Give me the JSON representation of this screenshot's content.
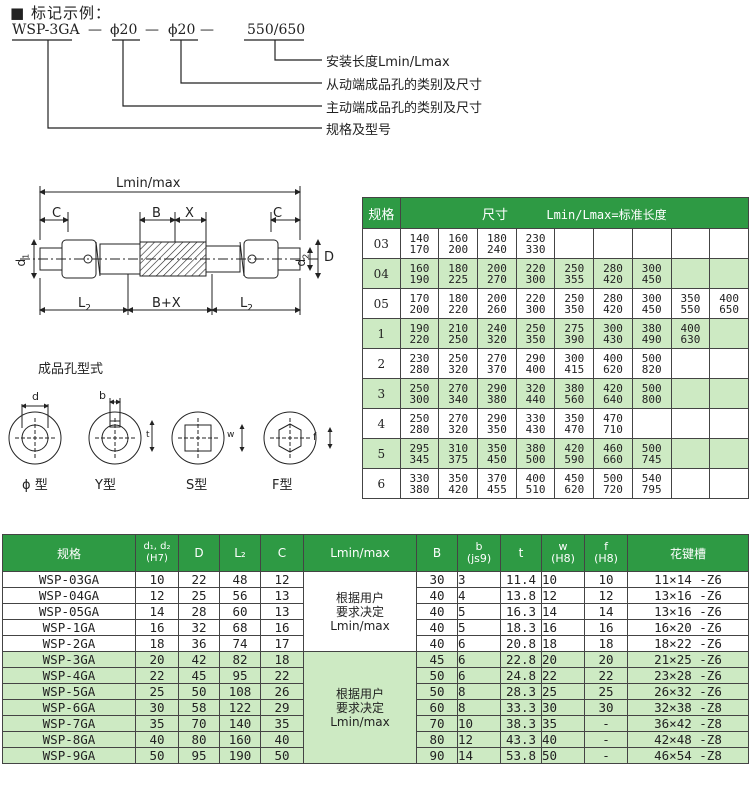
{
  "mark_example": {
    "title": "■ 标记示例：",
    "code": "WSP-3GA",
    "seg1": "ϕ20",
    "seg2": "ϕ20",
    "seg3": "550/650",
    "dash": "—",
    "legend": [
      "安装长度Lmin/Lmax",
      "从动端成品孔的类别及尺寸",
      "主动端成品孔的类别及尺寸",
      "规格及型号"
    ]
  },
  "drawing": {
    "lminmax": "Lmin/max",
    "c": "C",
    "b": "B",
    "x": "X",
    "l2": "L",
    "l2_sub": "2",
    "bx": "B+X",
    "d1": "d",
    "d1_sub": "1",
    "d2": "d",
    "d2_sub": "2",
    "D": "D"
  },
  "bore_types": {
    "title": "成品孔型式",
    "d": "d",
    "b": "b",
    "t": "t",
    "w": "w",
    "f": "f",
    "labels": [
      "ϕ 型",
      "Y型",
      "S型",
      "F型"
    ]
  },
  "size_table": {
    "header_spec": "规格",
    "header_size": "尺寸",
    "header_note": "Lmin/Lmax=标准长度",
    "rows": [
      {
        "spec": "03",
        "cells": [
          [
            "140",
            "170"
          ],
          [
            "160",
            "200"
          ],
          [
            "180",
            "240"
          ],
          [
            "230",
            "330"
          ],
          [],
          [],
          [],
          [],
          []
        ]
      },
      {
        "spec": "04",
        "cells": [
          [
            "160",
            "190"
          ],
          [
            "180",
            "225"
          ],
          [
            "200",
            "270"
          ],
          [
            "220",
            "300"
          ],
          [
            "250",
            "355"
          ],
          [
            "280",
            "420"
          ],
          [
            "300",
            "450"
          ],
          [],
          []
        ]
      },
      {
        "spec": "05",
        "cells": [
          [
            "170",
            "200"
          ],
          [
            "180",
            "220"
          ],
          [
            "200",
            "260"
          ],
          [
            "220",
            "300"
          ],
          [
            "250",
            "350"
          ],
          [
            "280",
            "420"
          ],
          [
            "300",
            "450"
          ],
          [
            "350",
            "550"
          ],
          [
            "400",
            "650"
          ]
        ]
      },
      {
        "spec": "1",
        "cells": [
          [
            "190",
            "220"
          ],
          [
            "210",
            "250"
          ],
          [
            "240",
            "320"
          ],
          [
            "250",
            "350"
          ],
          [
            "275",
            "390"
          ],
          [
            "300",
            "430"
          ],
          [
            "380",
            "490"
          ],
          [
            "400",
            "630"
          ],
          []
        ]
      },
      {
        "spec": "2",
        "cells": [
          [
            "230",
            "280"
          ],
          [
            "250",
            "320"
          ],
          [
            "270",
            "370"
          ],
          [
            "290",
            "400"
          ],
          [
            "300",
            "415"
          ],
          [
            "400",
            "620"
          ],
          [
            "500",
            "820"
          ],
          [],
          []
        ]
      },
      {
        "spec": "3",
        "cells": [
          [
            "250",
            "300"
          ],
          [
            "270",
            "340"
          ],
          [
            "290",
            "380"
          ],
          [
            "320",
            "440"
          ],
          [
            "380",
            "560"
          ],
          [
            "420",
            "640"
          ],
          [
            "500",
            "800"
          ],
          [],
          []
        ]
      },
      {
        "spec": "4",
        "cells": [
          [
            "250",
            "280"
          ],
          [
            "270",
            "320"
          ],
          [
            "290",
            "350"
          ],
          [
            "330",
            "430"
          ],
          [
            "350",
            "470"
          ],
          [
            "470",
            "710"
          ],
          [],
          [],
          []
        ]
      },
      {
        "spec": "5",
        "cells": [
          [
            "295",
            "345"
          ],
          [
            "310",
            "375"
          ],
          [
            "350",
            "450"
          ],
          [
            "380",
            "500"
          ],
          [
            "420",
            "590"
          ],
          [
            "460",
            "660"
          ],
          [
            "500",
            "745"
          ],
          [],
          []
        ]
      },
      {
        "spec": "6",
        "cells": [
          [
            "330",
            "380"
          ],
          [
            "350",
            "420"
          ],
          [
            "370",
            "455"
          ],
          [
            "400",
            "510"
          ],
          [
            "450",
            "620"
          ],
          [
            "500",
            "720"
          ],
          [
            "540",
            "795"
          ],
          [],
          []
        ]
      }
    ]
  },
  "spec_table": {
    "headers": {
      "spec": "规格",
      "d12": "d₁, d₂",
      "d12_sub": "(H7)",
      "D": "D",
      "L2": "L₂",
      "C": "C",
      "lminmax": "Lmin/max",
      "B": "B",
      "b": "b",
      "b_sub": "(js9)",
      "t": "t",
      "w": "w",
      "w_sub": "(H8)",
      "f": "f",
      "f_sub": "(H8)",
      "spline": "花键槽"
    },
    "merged_note": [
      "根据用户",
      "要求决定",
      "Lmin/max"
    ],
    "rows": [
      [
        "WSP-03GA",
        "10",
        "22",
        "48",
        "12",
        "30",
        "3",
        "11.4",
        "10",
        "10",
        "11×14 -Z6"
      ],
      [
        "WSP-04GA",
        "12",
        "25",
        "56",
        "13",
        "40",
        "4",
        "13.8",
        "12",
        "12",
        "13×16 -Z6"
      ],
      [
        "WSP-05GA",
        "14",
        "28",
        "60",
        "13",
        "40",
        "5",
        "16.3",
        "14",
        "14",
        "13×16 -Z6"
      ],
      [
        "WSP-1GA",
        "16",
        "32",
        "68",
        "16",
        "40",
        "5",
        "18.3",
        "16",
        "16",
        "16×20 -Z6"
      ],
      [
        "WSP-2GA",
        "18",
        "36",
        "74",
        "17",
        "40",
        "6",
        "20.8",
        "18",
        "18",
        "18×22 -Z6"
      ],
      [
        "WSP-3GA",
        "20",
        "42",
        "82",
        "18",
        "45",
        "6",
        "22.8",
        "20",
        "20",
        "21×25 -Z6"
      ],
      [
        "WSP-4GA",
        "22",
        "45",
        "95",
        "22",
        "50",
        "6",
        "24.8",
        "22",
        "22",
        "23×28 -Z6"
      ],
      [
        "WSP-5GA",
        "25",
        "50",
        "108",
        "26",
        "50",
        "8",
        "28.3",
        "25",
        "25",
        "26×32 -Z6"
      ],
      [
        "WSP-6GA",
        "30",
        "58",
        "122",
        "29",
        "60",
        "8",
        "33.3",
        "30",
        "30",
        "32×38 -Z8"
      ],
      [
        "WSP-7GA",
        "35",
        "70",
        "140",
        "35",
        "70",
        "10",
        "38.3",
        "35",
        "-",
        "36×42 -Z8"
      ],
      [
        "WSP-8GA",
        "40",
        "80",
        "160",
        "40",
        "80",
        "12",
        "43.3",
        "40",
        "-",
        "42×48 -Z8"
      ],
      [
        "WSP-9GA",
        "50",
        "95",
        "190",
        "50",
        "90",
        "14",
        "53.8",
        "50",
        "-",
        "46×54 -Z8"
      ]
    ]
  },
  "colors": {
    "header_green": "#2e9a44",
    "row_green": "#cdeac3"
  }
}
